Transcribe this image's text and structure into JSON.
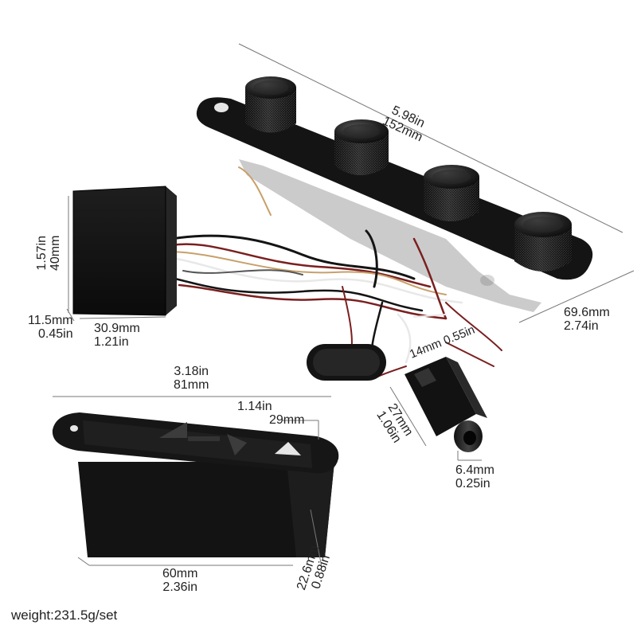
{
  "dimensions": {
    "plate_length": {
      "in": "5.98in",
      "mm": "152mm"
    },
    "plate_width": {
      "mm": "69.6mm",
      "in": "2.74in"
    },
    "preamp_height": {
      "in": "1.57in",
      "mm": "40mm"
    },
    "preamp_depth": {
      "mm": "11.5mm",
      "in": "0.45in"
    },
    "preamp_width": {
      "mm": "30.9mm",
      "in": "1.21in"
    },
    "wire": {
      "mm": "14mm",
      "in": "0.55in"
    },
    "jack_length": {
      "mm": "27mm",
      "in": "1.06in"
    },
    "jack_diameter": {
      "mm": "6.4mm",
      "in": "0.25in"
    },
    "battery_cover_length": {
      "in": "3.18in",
      "mm": "81mm"
    },
    "battery_cover_width": {
      "in": "1.14in",
      "mm": "29mm"
    },
    "battery_box_length": {
      "mm": "60mm",
      "in": "2.36in"
    },
    "battery_box_depth": {
      "mm": "22.6mm",
      "in": "0.88in"
    }
  },
  "weight": "weight:231.5g/set",
  "colors": {
    "part": "#141414",
    "knob": "#1c1c1c",
    "dimension_line": "#777777",
    "wire_red": "#7a1f1f",
    "wire_white": "#e8e8e8",
    "wire_tan": "#c8a06a"
  }
}
